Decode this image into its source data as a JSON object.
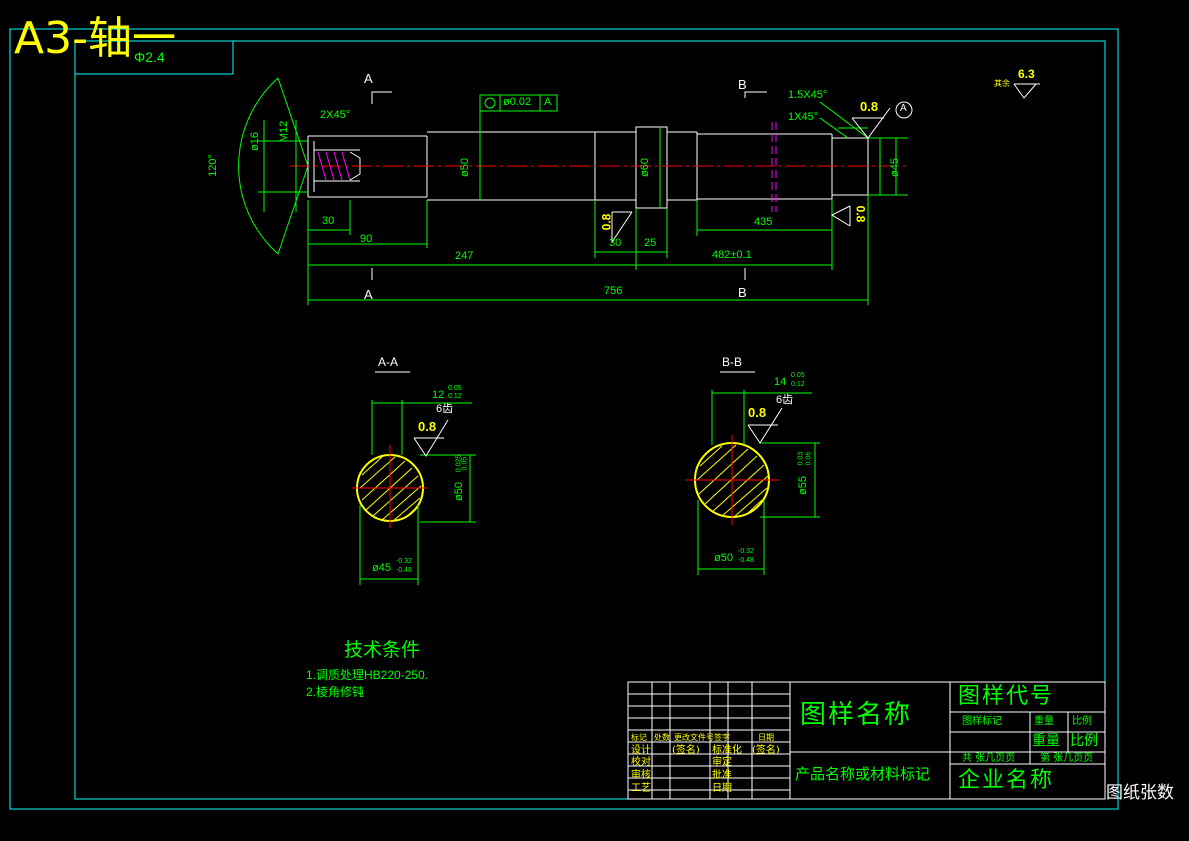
{
  "sheet": {
    "title": "A3-轴一",
    "label_box": "Φ2.4",
    "sheet_count_label": "图纸张数",
    "colors": {
      "frame": "#00ffff",
      "part": "#ffffff",
      "dimension": "#00ff00",
      "centerline": "#ff0000",
      "annotation": "#ffff00",
      "thread": "#ff00ff"
    }
  },
  "main_view": {
    "section_marks": [
      "A",
      "A",
      "B",
      "B"
    ],
    "chamfer_left": "2X45°",
    "chamfer_right_1": "1.5X45°",
    "chamfer_right_2": "1X45°",
    "tolerance_frame": {
      "symbol": "◎",
      "value": "ø0.02",
      "datum": "A"
    },
    "datum_tag": "A",
    "roughness_top": "0.8",
    "roughness_mid": "0.8",
    "roughness_right": "0.8",
    "general_roughness": {
      "label": "其余",
      "value": "6.3"
    },
    "dims": {
      "d16": "ø16",
      "m12": "M12",
      "angle": "120°",
      "d50": "ø50",
      "d60": "ø60",
      "d45": "ø45",
      "l30": "30",
      "l90": "90",
      "l247": "247",
      "l30b": "30",
      "l25": "25",
      "l435": "435",
      "l482": "482±0.1",
      "l756": "756"
    }
  },
  "section_aa": {
    "title": "A-A",
    "key_width": "12",
    "key_width_tol": [
      "0.05",
      "0.12"
    ],
    "teeth": "6齿",
    "roughness": "0.8",
    "diameter": "ø50",
    "diameter_tol": [
      "0.025",
      "0.05"
    ],
    "bottom": "ø45",
    "bottom_tol": [
      "-0.32",
      "-0.48"
    ]
  },
  "section_bb": {
    "title": "B-B",
    "key_width": "14",
    "key_width_tol": [
      "0.05",
      "0.12"
    ],
    "teeth": "6齿",
    "roughness": "0.8",
    "diameter": "ø55",
    "diameter_tol": [
      "0.03",
      "0.06"
    ],
    "bottom": "ø50",
    "bottom_tol": [
      "-0.32",
      "-0.48"
    ]
  },
  "tech_notes": {
    "heading": "技术条件",
    "items": [
      "1.调质处理HB220-250.",
      "2.棱角修钝"
    ]
  },
  "title_block": {
    "drawing_name": "图样名称",
    "drawing_code": "图样代号",
    "product_name": "产品名称或材料标记",
    "company": "企业名称",
    "row_labels": [
      "图样标记",
      "重量",
      "比例"
    ],
    "weight_scale": [
      "重量",
      "比例"
    ],
    "sheet_info": [
      "共  张几页页",
      "第  张几页页"
    ],
    "left_headers": [
      "标记",
      "处数",
      "更改文件号",
      "签字",
      "日期"
    ],
    "left_rows": [
      [
        "设计",
        "(签名)",
        "标准化",
        "(签名)"
      ],
      [
        "校对",
        "",
        "审定",
        ""
      ],
      [
        "审核",
        "",
        "批准",
        ""
      ],
      [
        "工艺",
        "",
        "日期",
        ""
      ]
    ]
  }
}
